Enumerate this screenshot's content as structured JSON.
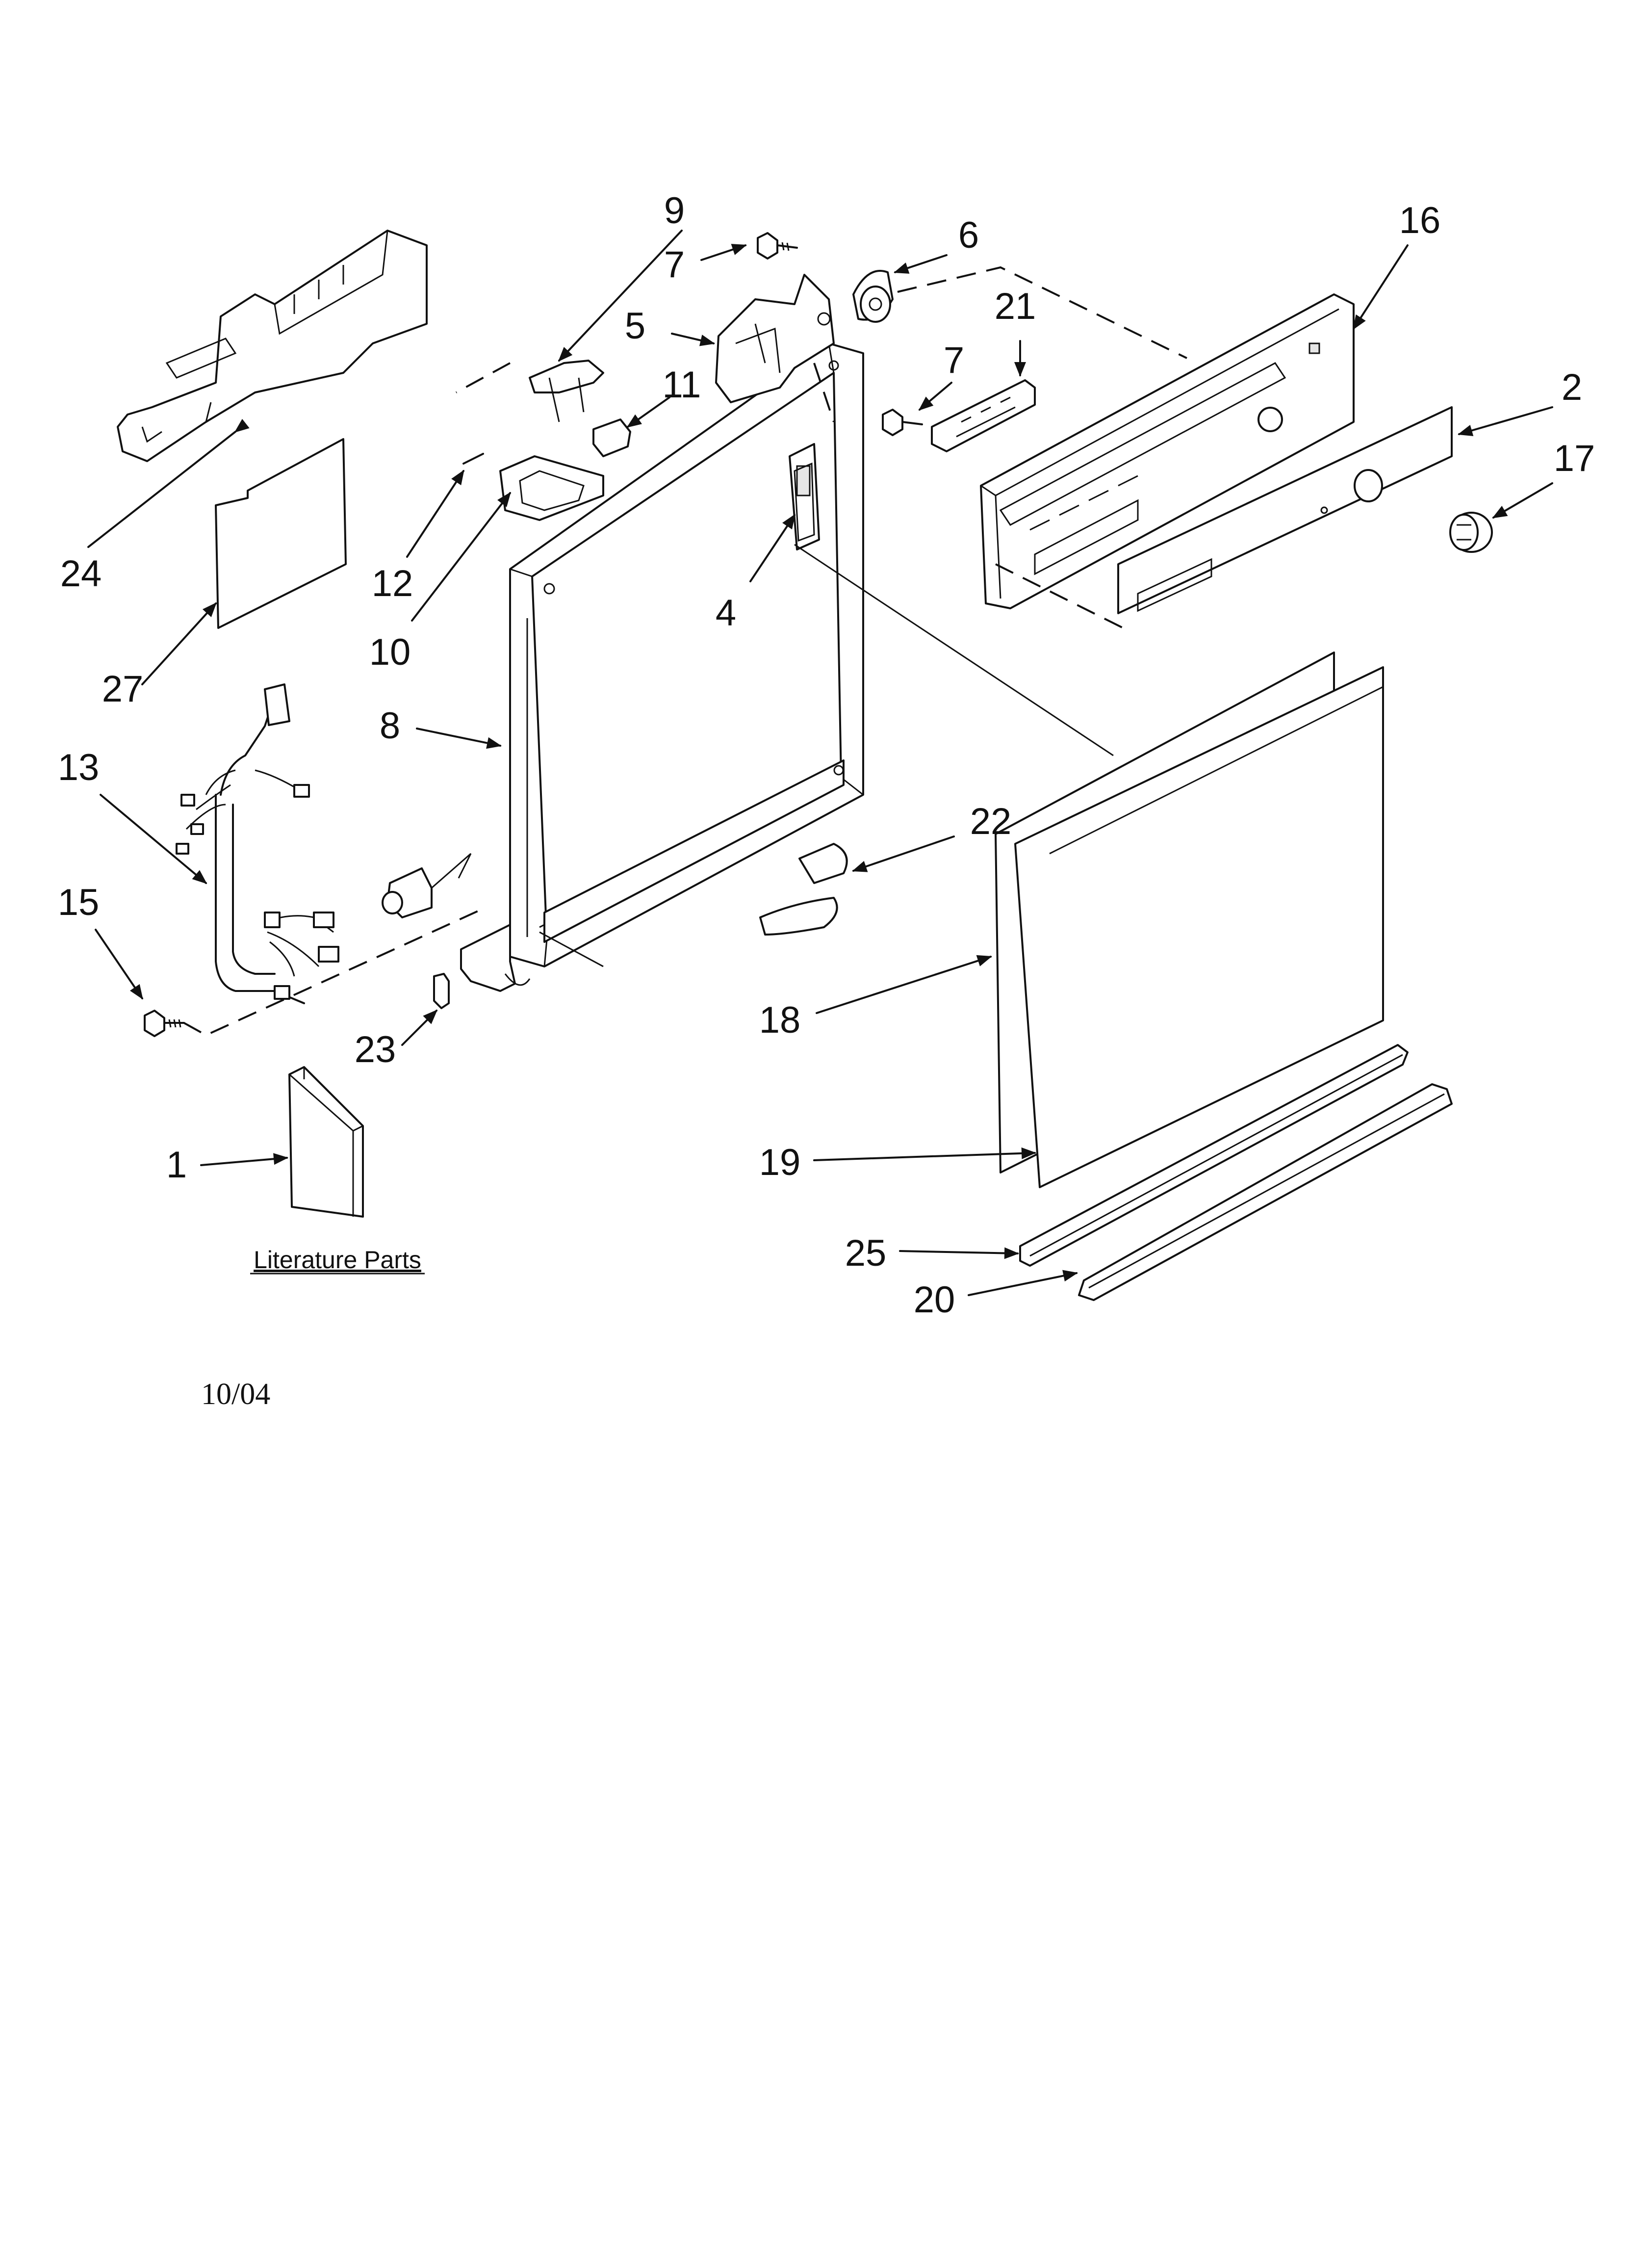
{
  "diagram": {
    "callouts": [
      {
        "id": "c1",
        "label": "1"
      },
      {
        "id": "c2",
        "label": "2"
      },
      {
        "id": "c4",
        "label": "4"
      },
      {
        "id": "c5",
        "label": "5"
      },
      {
        "id": "c6",
        "label": "6"
      },
      {
        "id": "c7a",
        "label": "7"
      },
      {
        "id": "c7b",
        "label": "7"
      },
      {
        "id": "c8",
        "label": "8"
      },
      {
        "id": "c9",
        "label": "9"
      },
      {
        "id": "c10",
        "label": "10"
      },
      {
        "id": "c11",
        "label": "11"
      },
      {
        "id": "c12",
        "label": "12"
      },
      {
        "id": "c13",
        "label": "13"
      },
      {
        "id": "c15",
        "label": "15"
      },
      {
        "id": "c16",
        "label": "16"
      },
      {
        "id": "c17",
        "label": "17"
      },
      {
        "id": "c18",
        "label": "18"
      },
      {
        "id": "c19",
        "label": "19"
      },
      {
        "id": "c20",
        "label": "20"
      },
      {
        "id": "c21",
        "label": "21"
      },
      {
        "id": "c22",
        "label": "22"
      },
      {
        "id": "c23",
        "label": "23"
      },
      {
        "id": "c24",
        "label": "24"
      },
      {
        "id": "c25",
        "label": "25"
      },
      {
        "id": "c27",
        "label": "27"
      }
    ],
    "literature_label": "Literature Parts",
    "date": "10/04"
  }
}
